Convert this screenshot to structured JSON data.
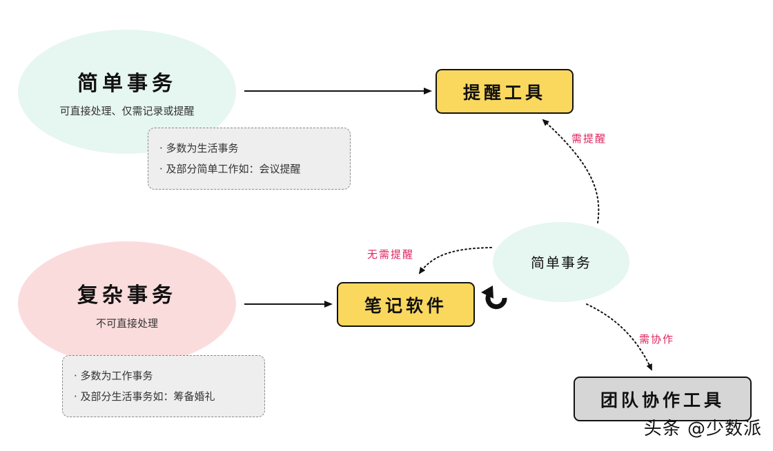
{
  "simple_task": {
    "title": "简单事务",
    "subtitle": "可直接处理、仅需记录或提醒",
    "notes": [
      "· 多数为生活事务",
      "· 及部分简单工作如：会议提醒"
    ]
  },
  "complex_task": {
    "title": "复杂事务",
    "subtitle": "不可直接处理",
    "notes": [
      "· 多数为工作事务",
      "· 及部分生活事务如：筹备婚礼"
    ]
  },
  "boxes": {
    "reminder": "提醒工具",
    "notes_app": "笔记软件",
    "team": "团队协作工具"
  },
  "small_node": "简单事务",
  "edge_labels": {
    "need_reminder": "需提醒",
    "no_reminder": "无需提醒",
    "need_collab": "需协作"
  },
  "watermark": "头条 @少数派",
  "colors": {
    "simple_fill": "#e6f6f0",
    "complex_fill": "#fbdcdc",
    "box_yellow": "#fad85e",
    "box_gray": "#d6d6d6",
    "edge_label": "#e0245e"
  },
  "icons": {
    "cycle": "refresh-arrow-icon"
  }
}
